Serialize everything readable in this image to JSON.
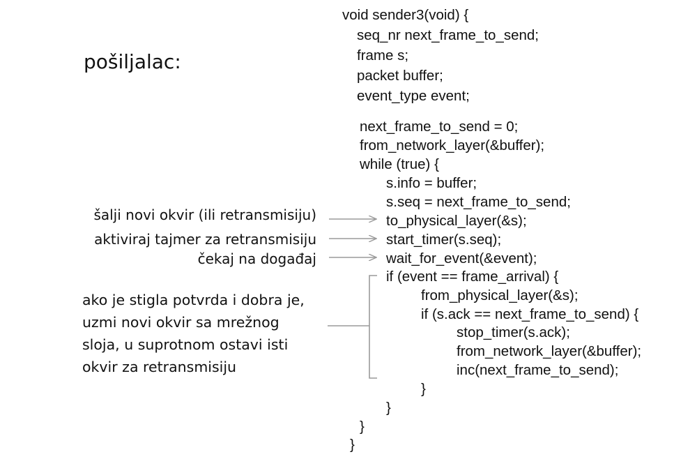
{
  "title": "pošiljalac:",
  "code_lines": [
    "void sender3(void) {",
    "seq_nr next_frame_to_send;",
    "frame s;",
    "packet buffer;",
    "event_type event;",
    "next_frame_to_send = 0;",
    "from_network_layer(&buffer);",
    "while (true) {",
    "s.info = buffer;",
    "s.seq = next_frame_to_send;",
    "to_physical_layer(&s);",
    "start_timer(s.seq);",
    "wait_for_event(&event);",
    "if (event == frame_arrival) {",
    "from_physical_layer(&s);",
    "if (s.ack == next_frame_to_send) {",
    "stop_timer(s.ack);",
    "from_network_layer(&buffer);",
    "inc(next_frame_to_send);",
    "}",
    "}",
    "}",
    "}"
  ],
  "annotations": {
    "send": "šalji novi okvir (ili retransmisiju)",
    "timer": "aktiviraj tajmer za retransmisiju",
    "wait": "čekaj na događaj",
    "block_lines": [
      "ako je stigla potvrda i dobra je,",
      "uzmi novi okvir sa mrežnog",
      "sloja, u suprotnom ostavi isti",
      "okvir za retransmisiju"
    ]
  }
}
